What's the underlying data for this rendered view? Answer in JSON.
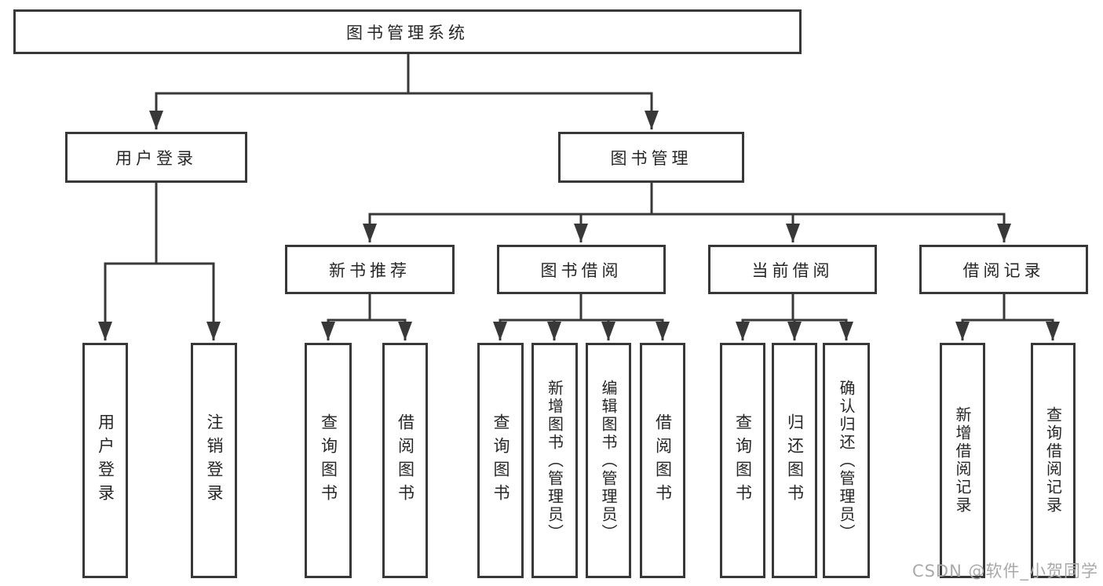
{
  "diagram": {
    "root": {
      "label": "图书管理系统"
    },
    "branches": [
      {
        "label": "用户登录",
        "children": [
          {
            "label": "用户登录"
          },
          {
            "label": "注销登录"
          }
        ]
      },
      {
        "label": "图书管理",
        "children": [
          {
            "label": "新书推荐",
            "children": [
              {
                "label": "查询图书"
              },
              {
                "label": "借阅图书"
              }
            ]
          },
          {
            "label": "图书借阅",
            "children": [
              {
                "label": "查询图书"
              },
              {
                "label": "新增图书（管理员）"
              },
              {
                "label": "编辑图书（管理员）"
              },
              {
                "label": "借阅图书"
              }
            ]
          },
          {
            "label": "当前借阅",
            "children": [
              {
                "label": "查询图书"
              },
              {
                "label": "归还图书"
              },
              {
                "label": "确认归还（管理员）"
              }
            ]
          },
          {
            "label": "借阅记录",
            "children": [
              {
                "label": "新增借阅记录"
              },
              {
                "label": "查询借阅记录"
              }
            ]
          }
        ]
      }
    ]
  },
  "watermark": {
    "text": "CSDN @软件_小贺同学"
  },
  "colors": {
    "line": "#383838",
    "text": "#262626",
    "background": "#ffffff",
    "watermark": "#a9a9a9"
  }
}
